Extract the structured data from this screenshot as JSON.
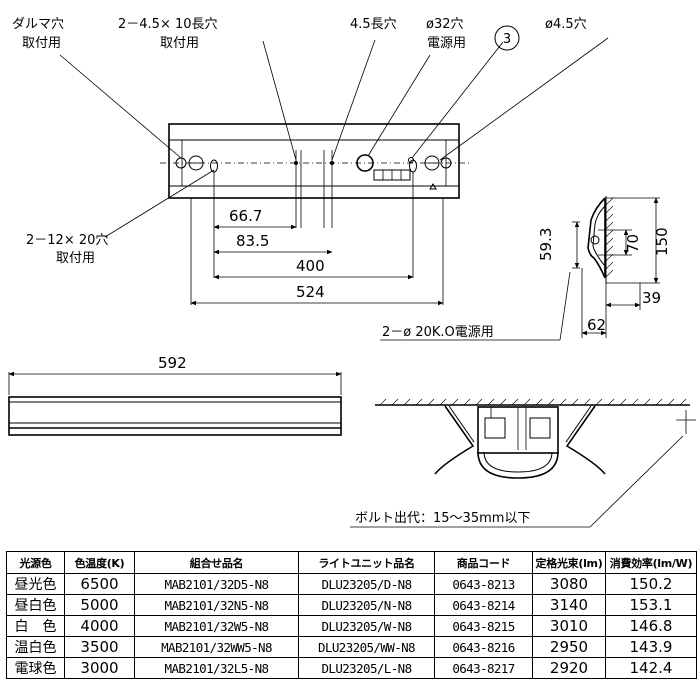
{
  "callouts": {
    "daruma_hole": "ダルマ穴",
    "daruma_purpose": "取付用",
    "long_hole_4_5x10": "2－4.5× 10長穴",
    "long_hole_purpose": "取付用",
    "long_hole_4_5": "4.5長穴",
    "hole_32": "ø32穴",
    "hole_32_purpose": "電源用",
    "circle_marker": "3",
    "hole_4_5": "ø4.5穴",
    "long_hole_12x20": "2－12× 20穴",
    "long_hole_12x20_purpose": "取付用",
    "knockout": "2－ø 20K.O電源用",
    "bolt": "ボルト出代：15～35mm以下"
  },
  "dimensions": {
    "d66_7": "66.7",
    "d83_5": "83.5",
    "d400": "400",
    "d524": "524",
    "d592": "592",
    "d59_3": "59.3",
    "d70": "70",
    "d150": "150",
    "d39": "39",
    "d62": "62"
  },
  "table": {
    "headers": [
      "光源色",
      "色温度(K)",
      "組合せ品名",
      "ライトユニット品名",
      "商品コード",
      "定格光束(lm)",
      "消費効率(lm/W)"
    ],
    "rows": [
      [
        "昼光色",
        "6500",
        "MAB2101/32D5-N8",
        "DLU23205/D-N8",
        "0643-8213",
        "3080",
        "150.2"
      ],
      [
        "昼白色",
        "5000",
        "MAB2101/32N5-N8",
        "DLU23205/N-N8",
        "0643-8214",
        "3140",
        "153.1"
      ],
      [
        "白　色",
        "4000",
        "MAB2101/32W5-N8",
        "DLU23205/W-N8",
        "0643-8215",
        "3010",
        "146.8"
      ],
      [
        "温白色",
        "3500",
        "MAB2101/32WW5-N8",
        "DLU23205/WW-N8",
        "0643-8216",
        "2950",
        "143.9"
      ],
      [
        "電球色",
        "3000",
        "MAB2101/32L5-N8",
        "DLU23205/L-N8",
        "0643-8217",
        "2920",
        "142.4"
      ]
    ]
  }
}
